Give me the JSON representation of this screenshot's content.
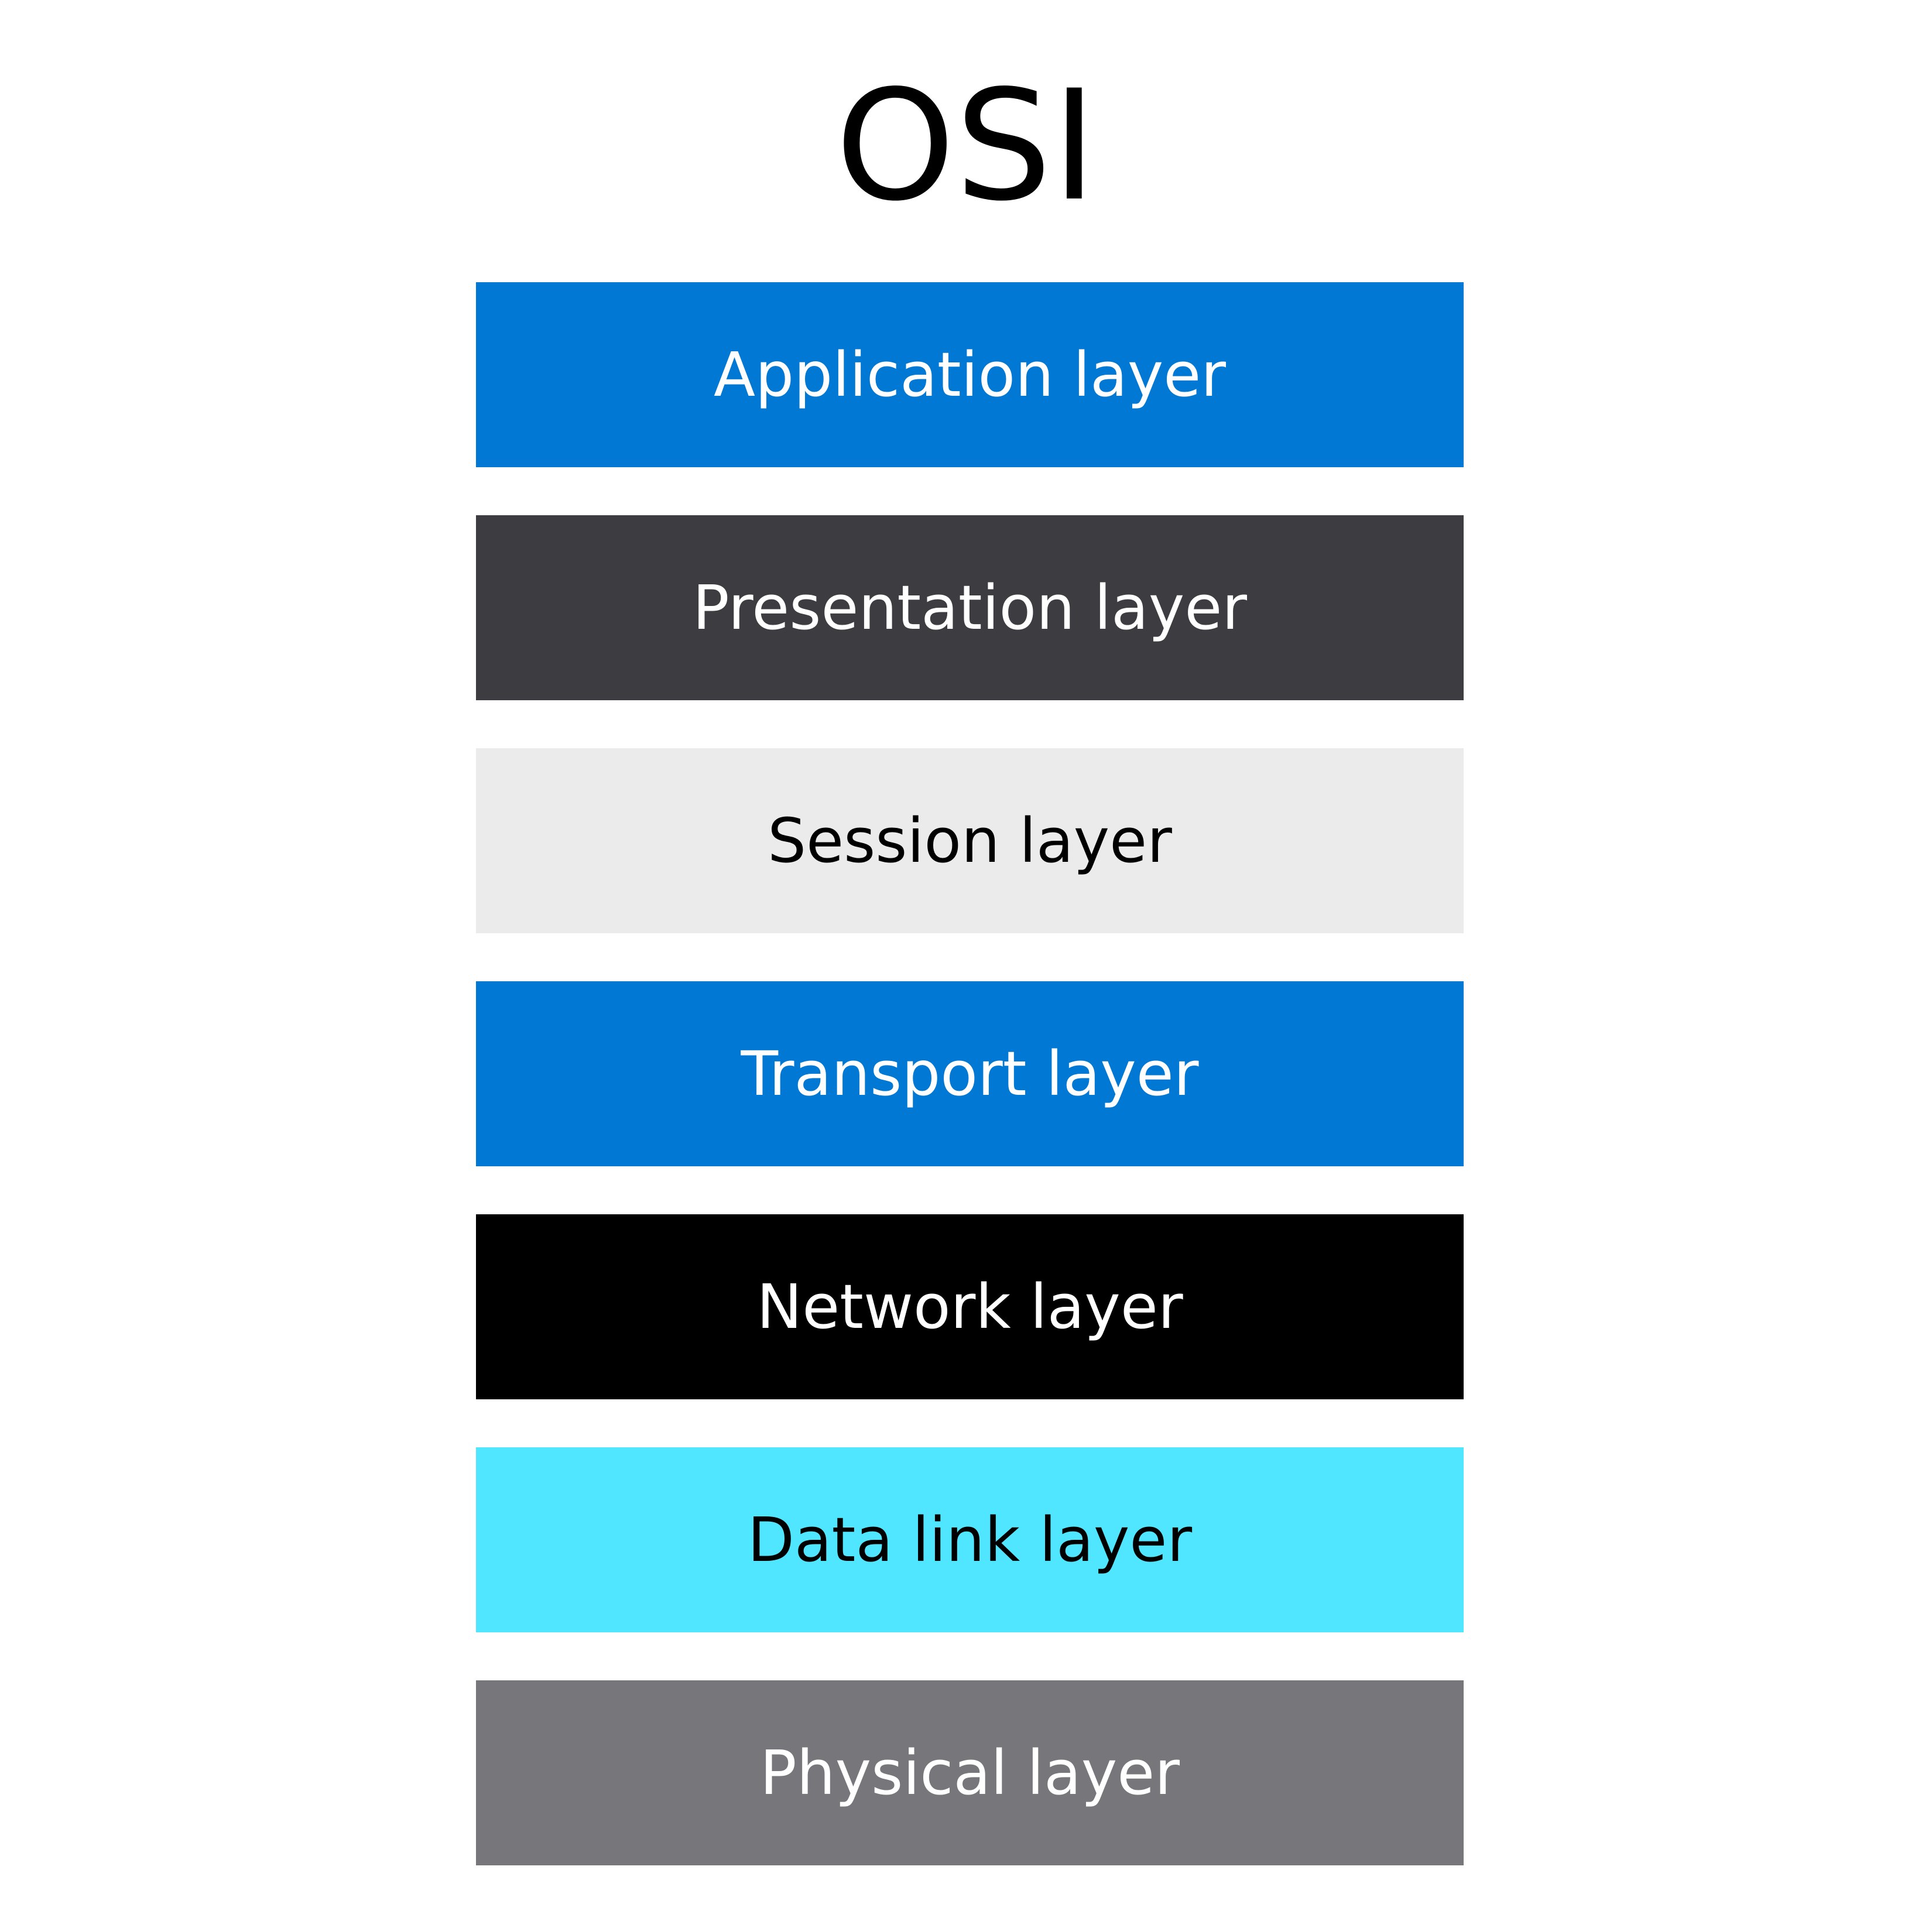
{
  "title": "OSI",
  "layers": [
    {
      "label": "Application layer",
      "bg": "#0078D4",
      "fg": "#FFFFFF"
    },
    {
      "label": "Presentation layer",
      "bg": "#3C3C41",
      "fg": "#FFFFFF"
    },
    {
      "label": "Session layer",
      "bg": "#EBEBEB",
      "fg": "#000000"
    },
    {
      "label": "Transport layer",
      "bg": "#0078D4",
      "fg": "#FFFFFF"
    },
    {
      "label": "Network layer",
      "bg": "#000000",
      "fg": "#FFFFFF"
    },
    {
      "label": "Data link layer",
      "bg": "#50E6FF",
      "fg": "#000000"
    },
    {
      "label": "Physical layer",
      "bg": "#77767B",
      "fg": "#FFFFFF"
    }
  ]
}
